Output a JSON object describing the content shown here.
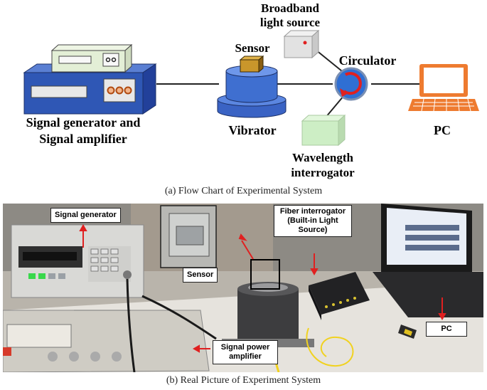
{
  "flow_chart": {
    "labels": {
      "signal_devices": [
        "Signal generator and",
        "Signal amplifier"
      ],
      "sensor": "Sensor",
      "vibrator": "Vibrator",
      "light_source": [
        "Broadband",
        "light source"
      ],
      "circulator": "Circulator",
      "interrogator": [
        "Wavelength",
        "interrogator"
      ],
      "pc": "PC"
    },
    "caption": "(a) Flow Chart of Experimental System"
  },
  "photo": {
    "callouts": {
      "signal_generator": "Signal generator",
      "sensor": "Sensor",
      "fiber_interrogator": [
        "Fiber interrogator",
        "(Built-in Light",
        "Source)"
      ],
      "pc": "PC",
      "amplifier": [
        "Signal power",
        "amplifier"
      ]
    },
    "caption": "(b) Real Picture of Experiment System"
  },
  "colors": {
    "generator_blue": "#2f57b5",
    "vibrator_blue": "#3f6fd0",
    "sensor_gold": "#c9962b",
    "circulator_blue": "#2f6fd3",
    "arrow_red": "#e02020",
    "pc_orange": "#ee7b30",
    "interrogator_green": "#cdeec5",
    "callout_arrow": "#e02020"
  }
}
